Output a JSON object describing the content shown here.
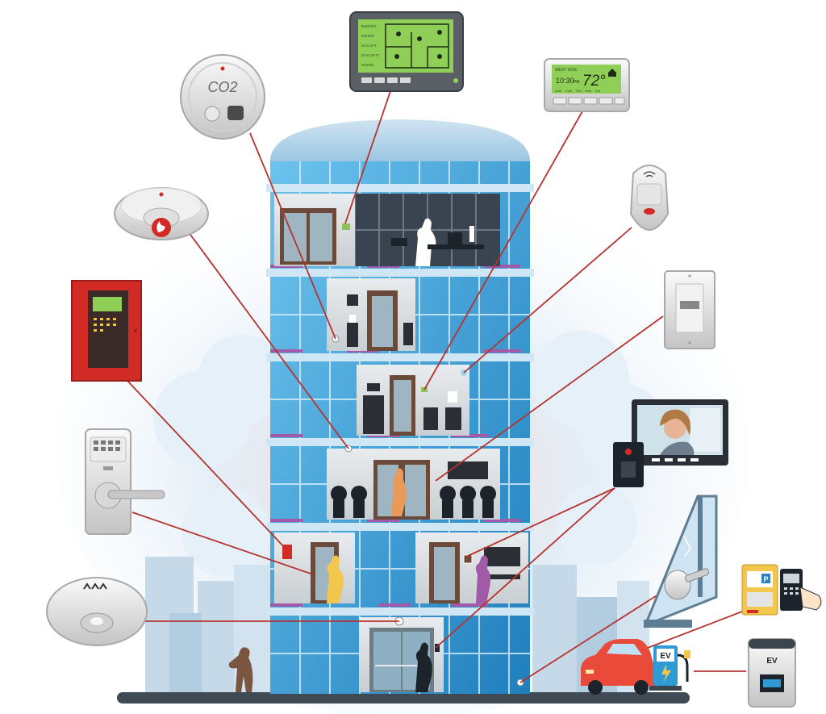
{
  "devices": {
    "co2_detector": {
      "label": "CO2"
    },
    "thermostat": {
      "header": "WEST SIDE",
      "time": "10:30",
      "time_suffix": "PM",
      "temperature": "72°",
      "buttons": [
        "Auto",
        "Cool",
        "Fan",
        "Heat",
        "Set"
      ]
    },
    "lighting_panel": {
      "rows": [
        "BUDGET",
        "SCHED",
        "OCCUPY",
        "DAYLIGHT",
        "SCENE"
      ]
    },
    "ev_charger_sign": {
      "label": "EV"
    },
    "ev_station": {
      "label": "EV"
    },
    "parking_pay": {
      "label": "P"
    }
  },
  "colors": {
    "building_glass": "#2f9bd4",
    "floor_bands": "#cfe7f5",
    "connector_lines": "#b5332e",
    "fire_panel": "#d22b25"
  }
}
